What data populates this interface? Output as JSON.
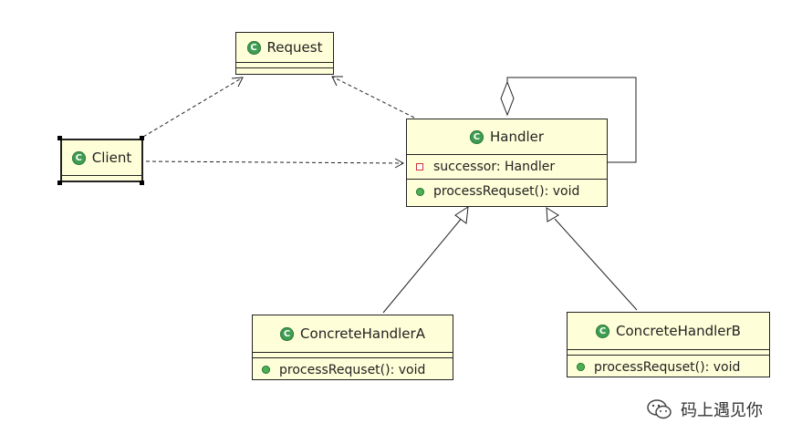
{
  "classes": {
    "request": {
      "name": "Request"
    },
    "client": {
      "name": "Client"
    },
    "handler": {
      "name": "Handler",
      "attribute": "successor: Handler",
      "method": "processRequset(): void"
    },
    "concrete_a": {
      "name": "ConcreteHandlerA",
      "method": "processRequset(): void"
    },
    "concrete_b": {
      "name": "ConcreteHandlerB",
      "method": "processRequset(): void"
    }
  },
  "class_icon_letter": "C",
  "watermark": {
    "text": "码上遇见你",
    "icon": "wechat-icon"
  },
  "colors": {
    "class_fill": "#fefed8",
    "class_icon": "#3f9d52",
    "line": "#222222"
  }
}
